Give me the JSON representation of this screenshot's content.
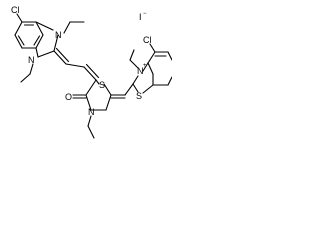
{
  "structure": {
    "atoms": {
      "cl_benzimidazole": "Cl",
      "n_top": "N",
      "n_bottom": "N",
      "o_carbonyl": "O",
      "s_thiazolidine": "S",
      "n_thiazolidine": "N",
      "s_benzothiazole": "S",
      "n_benzothiazolium": "N",
      "charge_plus": "+",
      "cl_benzothiazole": "Cl",
      "iodide": "I",
      "charge_minus": "−"
    },
    "colors": {
      "ink": "#000000",
      "background": "#ffffff"
    }
  }
}
